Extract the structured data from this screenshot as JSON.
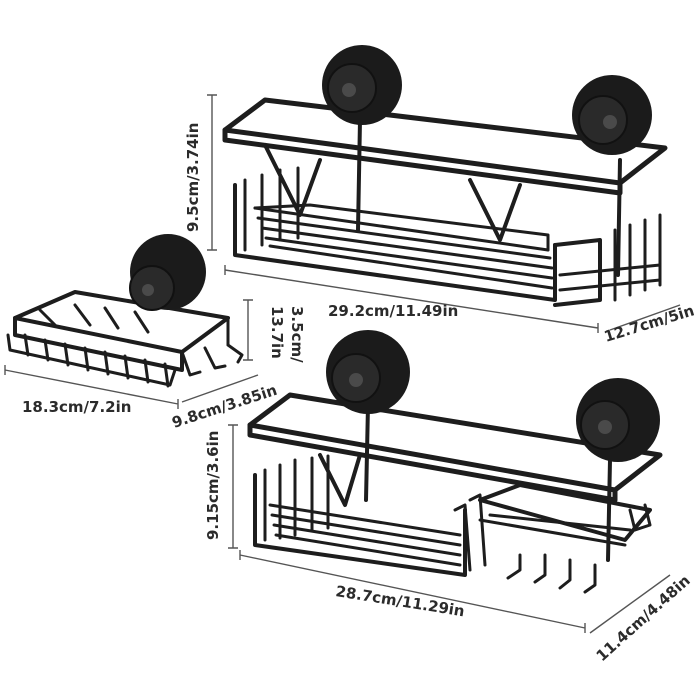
{
  "dimensions": {
    "top_height": "9.5cm/3.74in",
    "top_length": "29.2cm/11.49in",
    "top_depth": "12.7cm/5in",
    "soap_height": "3.5cm/13.7in",
    "soap_length": "18.3cm/7.2in",
    "soap_depth": "9.8cm/3.85in",
    "bottom_height": "9.15cm/3.6in",
    "bottom_length": "28.7cm/11.29in",
    "bottom_depth": "11.4cm/4.48in"
  },
  "colors": {
    "product": "#1d1d1d",
    "background": "#ffffff",
    "text": "#2b2b2b"
  }
}
